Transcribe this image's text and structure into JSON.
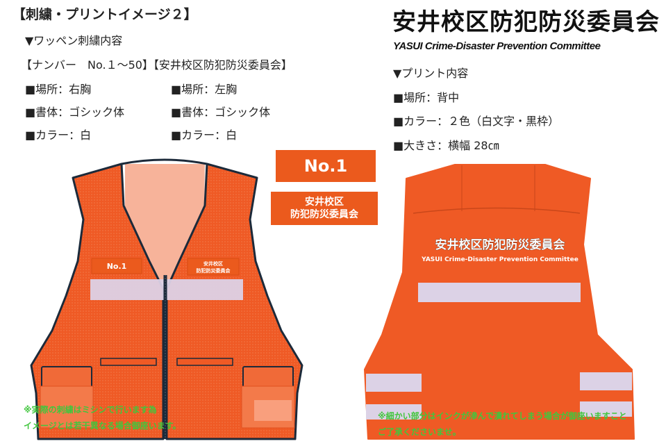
{
  "left": {
    "heading": "【刺繍・プリントイメージ２】",
    "section_title": "▼ワッペン刺繍内容",
    "number_line": "【ナンバー　No.１～50】【安井校区防犯防災委員会】",
    "right_chest": {
      "location": "■場所：右胸",
      "font": "■書体：ゴシック体",
      "color": "■カラー：白"
    },
    "left_chest": {
      "location": "■場所：左胸",
      "font": "■書体：ゴシック体",
      "color": "■カラー：白"
    }
  },
  "patches": {
    "number": "No.1",
    "committee_line1": "安井校区",
    "committee_line2": "防犯防災委員会"
  },
  "right": {
    "title": "安井校区防犯防災委員会",
    "title_en": "YASUI Crime-Disaster Prevention Committee",
    "section_title": "▼プリント内容",
    "location": "■場所：背中",
    "color": "■カラー：２色（白文字・黒枠）",
    "size": "■大きさ：横幅 28㎝"
  },
  "vest_front": {
    "patch_number": "No.1",
    "patch_line1": "安井校区",
    "patch_line2": "防犯防災委員会",
    "note_line1": "※実際の刺繍はミシンで行います為",
    "note_line2": "イメージとは若干異なる場合御座います。"
  },
  "vest_back": {
    "print_title": "安井校区防犯防災委員会",
    "print_subtitle": "YASUI Crime-Disaster Prevention Committee",
    "note_line1": "※細かい部分はインクが滲んで潰れてしまう場合が御座いますこと",
    "note_line2": "ご了承くださいませ。"
  },
  "colors": {
    "vest_orange": "#ef5a25",
    "badge_orange": "#eb5a1d",
    "reflective": "#dcd2e6",
    "note_green": "#41c63d"
  }
}
